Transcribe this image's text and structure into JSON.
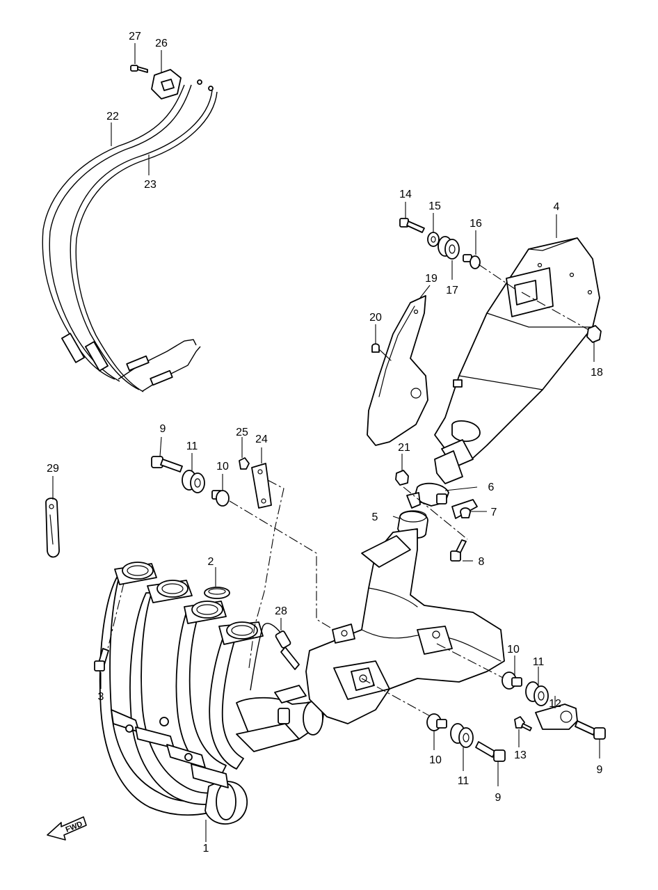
{
  "callouts": [
    "1",
    "2",
    "3",
    "4",
    "5",
    "6",
    "7",
    "8",
    "9",
    "10",
    "11",
    "12",
    "13",
    "14",
    "15",
    "16",
    "17",
    "18",
    "19",
    "20",
    "21",
    "22",
    "23",
    "24",
    "25",
    "26",
    "27",
    "28",
    "29"
  ],
  "repeat_labels": {
    "p9": "9",
    "p10": "10",
    "p11": "11"
  },
  "fwd_label": "FWD"
}
